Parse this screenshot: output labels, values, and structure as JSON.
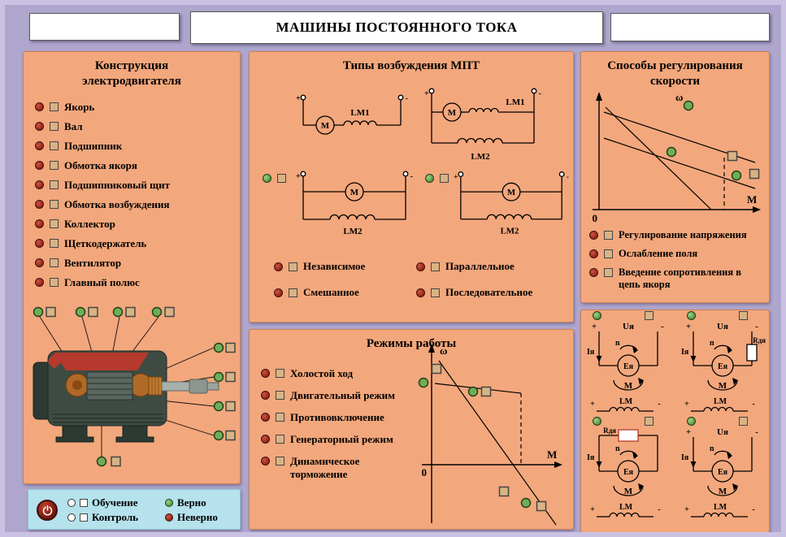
{
  "header": {
    "title": "МАШИНЫ ПОСТОЯННОГО ТОКА"
  },
  "sym": {
    "plus": "+",
    "minus": "-"
  },
  "axis": {
    "omega": "ω",
    "m": "M",
    "zero": "0"
  },
  "construction": {
    "title1": "Конструкция",
    "title2": "электродвигателя",
    "items": [
      "Якорь",
      "Вал",
      "Подшипник",
      "Обмотка якоря",
      "Подшипниковый щит",
      "Обмотка возбуждения",
      "Коллектор",
      "Щеткодержатель",
      "Вентилятор",
      "Главный полюс"
    ]
  },
  "excitation": {
    "title": "Типы возбуждения МПТ",
    "motor": "M",
    "lm1": "LM1",
    "lm2": "LM2",
    "answers": [
      "Независимое",
      "Параллельное",
      "Смешанное",
      "Последовательное"
    ]
  },
  "modes": {
    "title": "Режимы работы",
    "items": [
      "Холостой ход",
      "Двигательный режим",
      "Противовключение",
      "Генераторный режим",
      "Динамическое торможение"
    ]
  },
  "speed": {
    "title1": "Способы регулирования",
    "title2": "скорости",
    "items": [
      "Регулирование напряжения",
      "Ослабление поля",
      "Введение сопротивления в цепь якоря"
    ]
  },
  "circuits": {
    "ua": "Uя",
    "ea": "Eя",
    "ia": "Iя",
    "n": "n",
    "m": "M",
    "lm": "LM",
    "rda": "Rдя"
  },
  "legend": {
    "training": "Обучение",
    "control": "Контроль",
    "correct": "Верно",
    "incorrect": "Неверно"
  },
  "colors": {
    "background": "#aea6cc",
    "panel": "#f3a77c",
    "legend_bg": "#b5e2ec",
    "led_red": "#8e2318",
    "led_green": "#6fae57",
    "button": "#d8b384"
  }
}
